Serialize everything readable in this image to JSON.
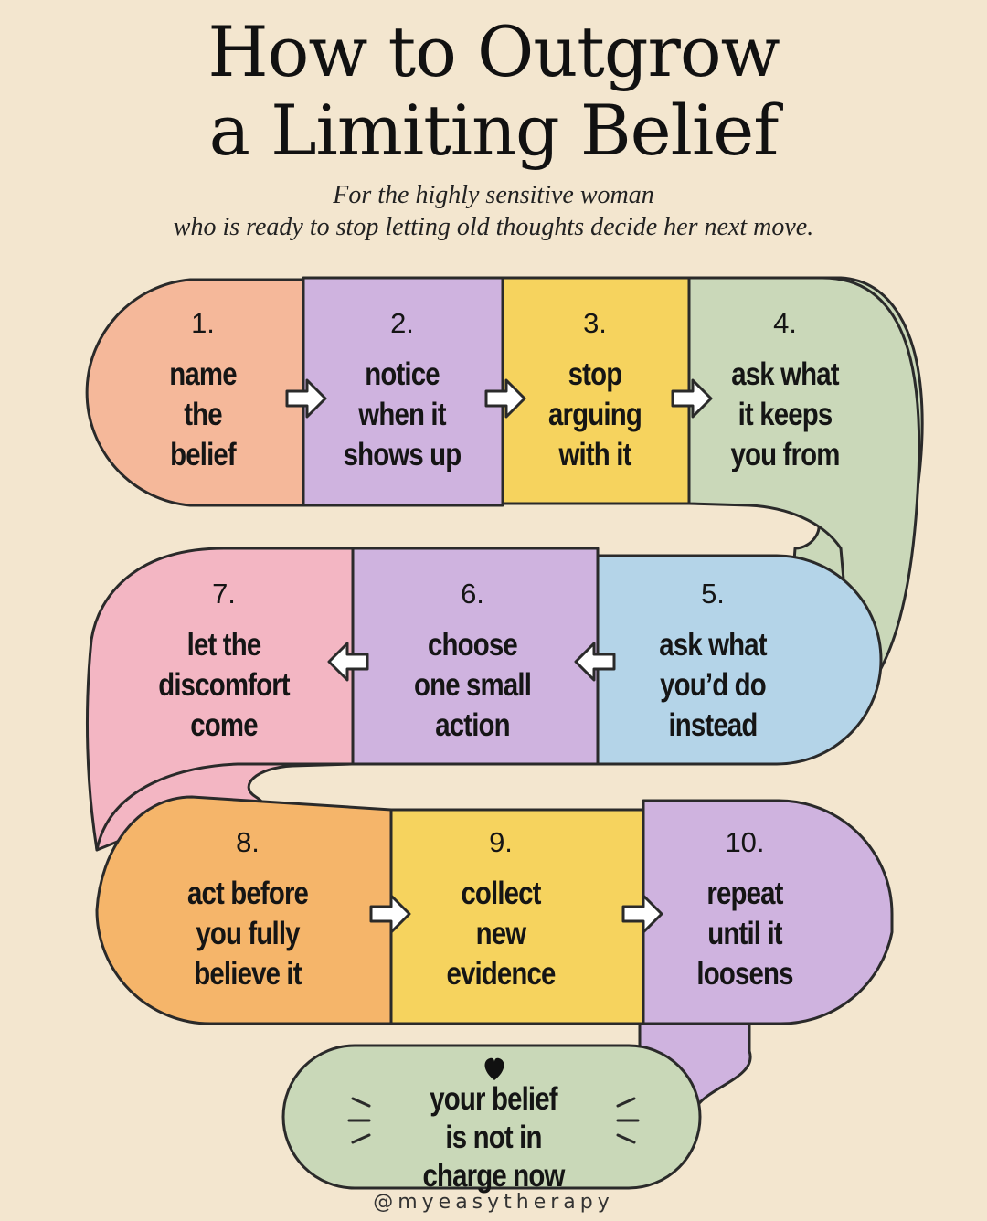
{
  "header": {
    "title_line1": "How to Outgrow",
    "title_line2": "a Limiting Belief",
    "subtitle_line1": "For the highly sensitive woman",
    "subtitle_line2": "who is ready to stop letting old thoughts decide her next move."
  },
  "steps": [
    {
      "number": "1.",
      "label": "name\nthe\nbelief",
      "color": "#f5b89a"
    },
    {
      "number": "2.",
      "label": "notice\nwhen it\nshows up",
      "color": "#cfb3df"
    },
    {
      "number": "3.",
      "label": "stop\narguing\nwith it",
      "color": "#f6d35e"
    },
    {
      "number": "4.",
      "label": "ask what\nit keeps\nyou from",
      "color": "#cad8b9"
    },
    {
      "number": "5.",
      "label": "ask what\nyou’d do\ninstead",
      "color": "#b4d4e8"
    },
    {
      "number": "6.",
      "label": "choose\none small\naction",
      "color": "#cfb3df"
    },
    {
      "number": "7.",
      "label": "let the\ndiscomfort\ncome",
      "color": "#f3b6c3"
    },
    {
      "number": "8.",
      "label": "act before\nyou fully\nbelieve it",
      "color": "#f5b56a"
    },
    {
      "number": "9.",
      "label": "collect\nnew\nevidence",
      "color": "#f6d35e"
    },
    {
      "number": "10.",
      "label": "repeat\nuntil it\nloosens",
      "color": "#cfb3df"
    }
  ],
  "final": {
    "label": "your belief\nis not in\ncharge now",
    "icon": "heart-icon",
    "color": "#c9d8b8"
  },
  "footer": {
    "handle": "@myeasytherapy"
  },
  "colors": {
    "background": "#f3e6cf",
    "outline": "#2a2a2a"
  }
}
